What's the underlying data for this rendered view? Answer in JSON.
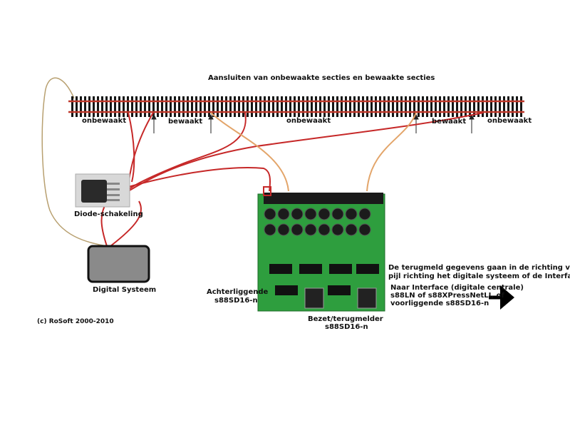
{
  "title": "Aansluiten van onbewaakte secties en bewaakte secties",
  "track": {
    "sections": [
      "onbewaakt",
      "bewaakt",
      "onbewaakt",
      "bewaakt",
      "onbewaakt"
    ]
  },
  "components": {
    "diode": "Diode-schakeling",
    "digital_system": "Digital Systeem",
    "board_label_line1": "Bezet/terugmelder",
    "board_label_line2": "s88SD16-n",
    "behind_line1": "Achterliggende",
    "behind_line2": "s88SD16-n"
  },
  "notes": {
    "direction_line1": "De terugmeld gegevens gaan in de richting van de",
    "direction_line2": "pijl richting het digitale systeem of de Interface.",
    "interface_line1": "Naar Interface (digitale centrale)",
    "interface_line2": "s88LN of s88XPressNetLI, of",
    "interface_line3": "voorliggende s88SD16-n"
  },
  "copyright": "(c) RoSoft 2000-2010",
  "colors": {
    "red_wire": "#c62828",
    "orange_wire": "#e3a56a",
    "tan_wire": "#b8a070",
    "pcb": "#2e9e3e",
    "rail": "#c0392b",
    "sleeper": "#161616"
  }
}
